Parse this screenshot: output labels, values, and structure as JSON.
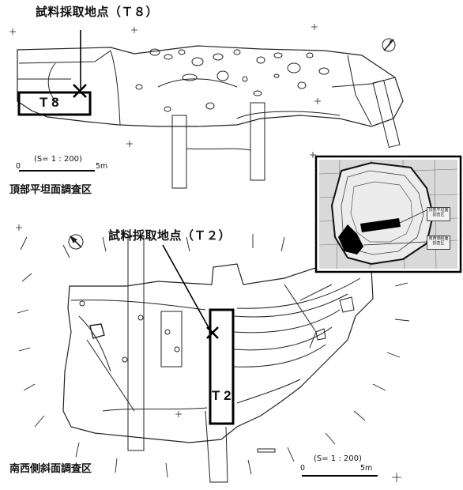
{
  "sample_points": {
    "top": "試料採取地点（Ｔ８）",
    "bottom": "試料採取地点（Ｔ２）"
  },
  "areas": {
    "top": "頂部平坦面調査区",
    "bottom": "南西側斜面調査区"
  },
  "trenches": {
    "top": "T 8",
    "bottom": "T 2"
  },
  "scale_bars": {
    "top": {
      "ratio": "(S= 1 : 200)",
      "zero": "0",
      "length": "5m"
    },
    "bottom": {
      "ratio": "(S= 1 : 200)",
      "zero": "0",
      "length": "5m"
    }
  },
  "inset_map": {
    "tags": [
      "頂部平坦面調査区",
      "南西側斜面調査区"
    ]
  },
  "colors": {
    "ink": "#111111",
    "paper": "#ffffff"
  }
}
